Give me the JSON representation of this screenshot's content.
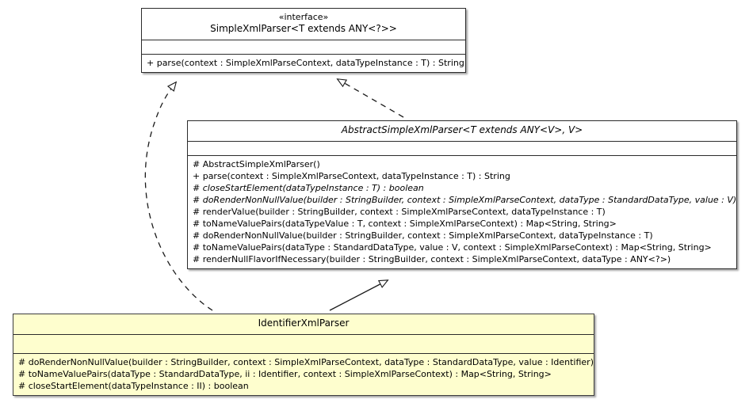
{
  "diagram": {
    "type": "uml-class-diagram",
    "background": "#ffffff",
    "highlight_fill": "#fefece",
    "border_color": "#2b2b2b",
    "classes": [
      {
        "id": "iface-simplexmlparser",
        "stereotype": "«interface»",
        "name": "SimpleXmlParser<T extends ANY<?>>",
        "abstract": false,
        "highlighted": false,
        "attributes": [],
        "operations": [
          {
            "text": "+ parse(context : SimpleXmlParseContext, dataTypeInstance : T) : String",
            "abstract": false
          }
        ]
      },
      {
        "id": "class-abstractsimplexmlparser",
        "stereotype": "",
        "name": "AbstractSimpleXmlParser<T extends ANY<V>, V>",
        "abstract": true,
        "highlighted": false,
        "attributes": [],
        "operations": [
          {
            "text": "# AbstractSimpleXmlParser()",
            "abstract": false
          },
          {
            "text": "+ parse(context : SimpleXmlParseContext, dataTypeInstance : T) : String",
            "abstract": false
          },
          {
            "text": "# closeStartElement(dataTypeInstance : T) : boolean",
            "abstract": true
          },
          {
            "text": "# doRenderNonNullValue(builder : StringBuilder, context : SimpleXmlParseContext, dataType : StandardDataType, value : V)",
            "abstract": true
          },
          {
            "text": "# renderValue(builder : StringBuilder, context : SimpleXmlParseContext, dataTypeInstance : T)",
            "abstract": false
          },
          {
            "text": "# toNameValuePairs(dataTypeValue : T, context : SimpleXmlParseContext) : Map<String, String>",
            "abstract": false
          },
          {
            "text": "# doRenderNonNullValue(builder : StringBuilder, context : SimpleXmlParseContext, dataTypeInstance : T)",
            "abstract": false
          },
          {
            "text": "# toNameValuePairs(dataType : StandardDataType, value : V, context : SimpleXmlParseContext) : Map<String, String>",
            "abstract": false
          },
          {
            "text": "# renderNullFlavorIfNecessary(builder : StringBuilder, context : SimpleXmlParseContext, dataType : ANY<?>)",
            "abstract": false
          }
        ]
      },
      {
        "id": "class-identifierxmlparser",
        "stereotype": "",
        "name": "IdentifierXmlParser",
        "abstract": false,
        "highlighted": true,
        "attributes": [],
        "operations": [
          {
            "text": "# doRenderNonNullValue(builder : StringBuilder, context : SimpleXmlParseContext, dataType : StandardDataType, value : Identifier)",
            "abstract": false
          },
          {
            "text": "# toNameValuePairs(dataType : StandardDataType, ii : Identifier, context : SimpleXmlParseContext) : Map<String, String>",
            "abstract": false
          },
          {
            "text": "# closeStartElement(dataTypeInstance : II) : boolean",
            "abstract": false
          }
        ]
      }
    ],
    "relationships": [
      {
        "id": "rel-identifier-realizes-interface",
        "kind": "realization",
        "style": "dashed",
        "arrowhead": "hollow-triangle",
        "from": "class-identifierxmlparser",
        "to": "iface-simplexmlparser"
      },
      {
        "id": "rel-abstract-realizes-interface",
        "kind": "realization",
        "style": "dashed",
        "arrowhead": "hollow-triangle",
        "from": "class-abstractsimplexmlparser",
        "to": "iface-simplexmlparser"
      },
      {
        "id": "rel-identifier-extends-abstract",
        "kind": "generalization",
        "style": "solid",
        "arrowhead": "hollow-triangle",
        "from": "class-identifierxmlparser",
        "to": "class-abstractsimplexmlparser"
      }
    ]
  }
}
